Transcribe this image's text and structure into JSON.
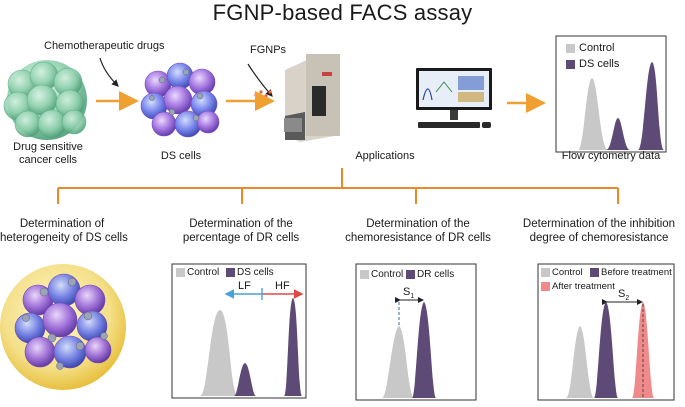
{
  "title": "FGNP-based FACS assay",
  "top": {
    "chemo_label": "Chemotherapeutic drugs",
    "fgnps_label": "FGNPs",
    "sensitive_label_1": "Drug sensitive",
    "sensitive_label_2": "cancer cells",
    "ds_label": "DS cells",
    "applications_label": "Applications",
    "flow_label": "Flow cytometry data",
    "legend": [
      {
        "label": "Control",
        "color": "#c8c8c8"
      },
      {
        "label": "DS cells",
        "color": "#5d4a76"
      }
    ]
  },
  "bottom": {
    "panel1": {
      "line1": "Determination  of",
      "line2": "heterogeneity of DS cells"
    },
    "panel2": {
      "line1": "Determination of the",
      "line2": "percentage of DR cells",
      "legend": [
        {
          "label": "Control",
          "color": "#c8c8c8"
        },
        {
          "label": "DS cells",
          "color": "#5d4a76"
        }
      ],
      "lf": "LF",
      "hf": "HF"
    },
    "panel3": {
      "line1": "Determination of the",
      "line2": "chemoresistance of DR cells",
      "legend": [
        {
          "label": "Control",
          "color": "#c8c8c8"
        },
        {
          "label": "DR cells",
          "color": "#5d4a76"
        }
      ],
      "s_main": "S",
      "s_sub": "1"
    },
    "panel4": {
      "line1": "Determination of the inhibition",
      "line2": "degree of chemoresistance",
      "legend": [
        {
          "label": "Control",
          "color": "#c8c8c8"
        },
        {
          "label": "Before treatment",
          "color": "#5d4a76"
        },
        {
          "label": "After treatment",
          "color": "#f08a8a"
        }
      ],
      "s_main": "S",
      "s_sub": "2"
    }
  },
  "colors": {
    "arrow": "#f0a030",
    "tree": "#e88a2a",
    "control": "#c8c8c8",
    "ds": "#5d4a76",
    "after": "#f08a8a",
    "lf_line": "#4aa0d8",
    "hf_line": "#e04848",
    "green_cell": "#7ec8a0",
    "ds_cell": "#8a5ad0"
  }
}
